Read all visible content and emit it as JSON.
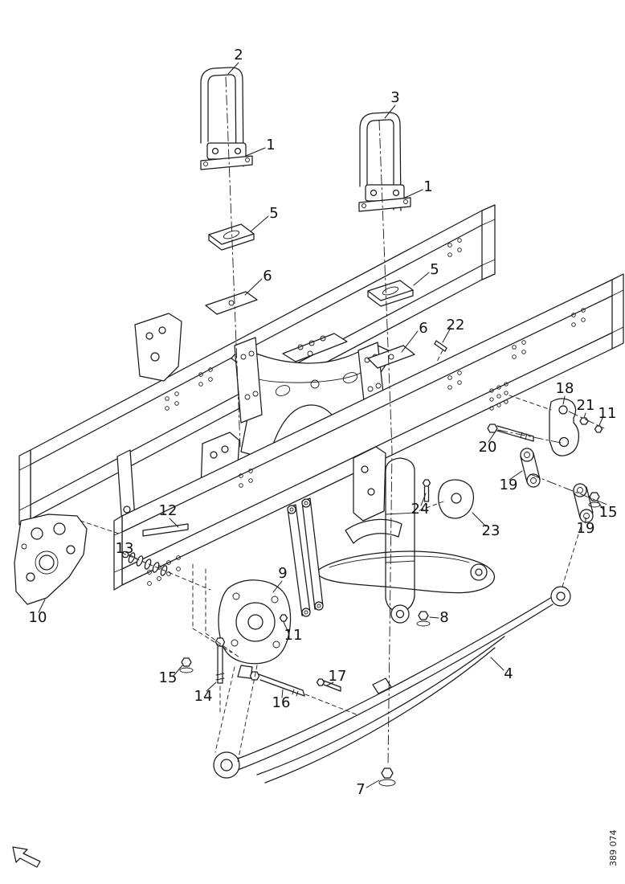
{
  "figure": {
    "code": "389 074"
  },
  "icons": {
    "direction_arrow": "arrow-up-left"
  },
  "callouts": [
    {
      "label": "2"
    },
    {
      "label": "3"
    },
    {
      "label": "1"
    },
    {
      "label": "1"
    },
    {
      "label": "5"
    },
    {
      "label": "5"
    },
    {
      "label": "6"
    },
    {
      "label": "6"
    },
    {
      "label": "22"
    },
    {
      "label": "18"
    },
    {
      "label": "21"
    },
    {
      "label": "11"
    },
    {
      "label": "20"
    },
    {
      "label": "19"
    },
    {
      "label": "19"
    },
    {
      "label": "15"
    },
    {
      "label": "24"
    },
    {
      "label": "23"
    },
    {
      "label": "12"
    },
    {
      "label": "13"
    },
    {
      "label": "9"
    },
    {
      "label": "10"
    },
    {
      "label": "11"
    },
    {
      "label": "8"
    },
    {
      "label": "15"
    },
    {
      "label": "14"
    },
    {
      "label": "16"
    },
    {
      "label": "17"
    },
    {
      "label": "4"
    },
    {
      "label": "7"
    }
  ]
}
